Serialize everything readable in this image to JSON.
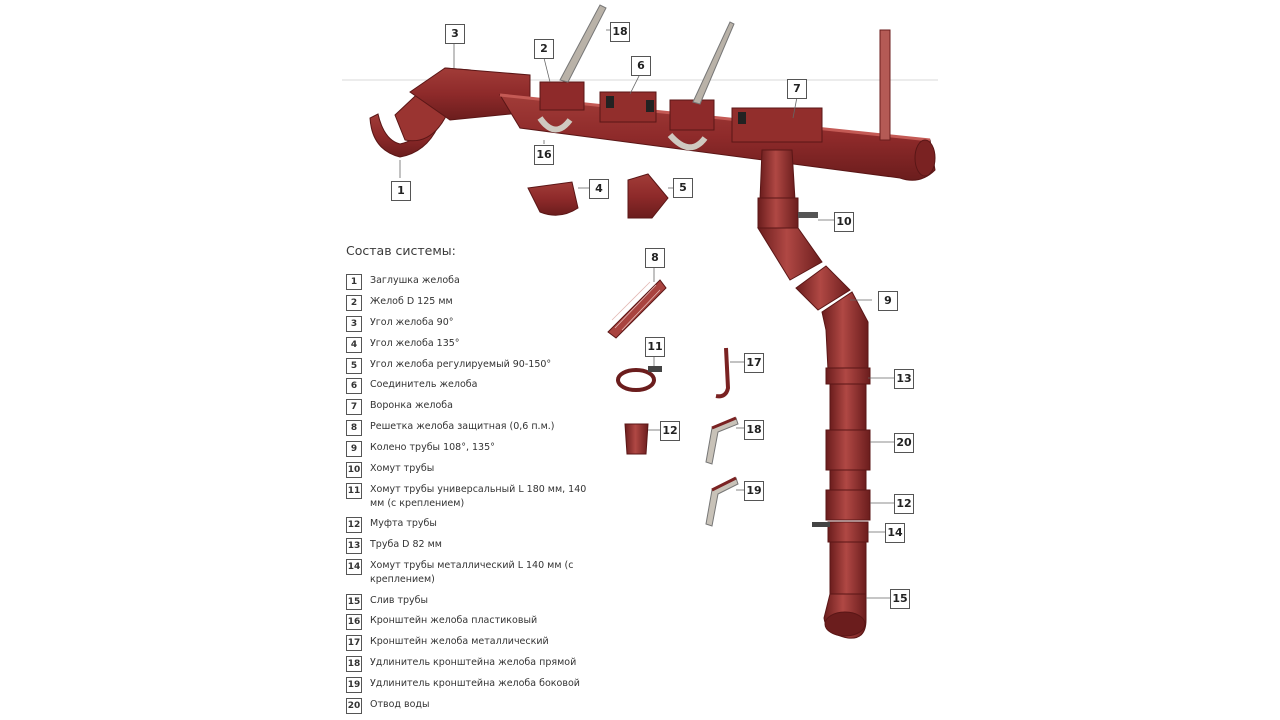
{
  "legend": {
    "title": "Состав системы:",
    "items": [
      {
        "n": "1",
        "label": "Заглушка желоба"
      },
      {
        "n": "2",
        "label": "Желоб D 125 мм"
      },
      {
        "n": "3",
        "label": "Угол желоба 90°"
      },
      {
        "n": "4",
        "label": "Угол желоба 135°"
      },
      {
        "n": "5",
        "label": "Угол желоба регулируемый 90-150°"
      },
      {
        "n": "6",
        "label": "Соединитель желоба"
      },
      {
        "n": "7",
        "label": "Воронка желоба"
      },
      {
        "n": "8",
        "label": "Решетка желоба защитная (0,6 п.м.)"
      },
      {
        "n": "9",
        "label": "Колено трубы 108°, 135°"
      },
      {
        "n": "10",
        "label": "Хомут трубы"
      },
      {
        "n": "11",
        "label": "Хомут трубы универсальный L 180 мм, 140 мм (с креплением)"
      },
      {
        "n": "12",
        "label": "Муфта трубы"
      },
      {
        "n": "13",
        "label": "Труба D 82 мм"
      },
      {
        "n": "14",
        "label": "Хомут трубы металлический L 140 мм (с креплением)"
      },
      {
        "n": "15",
        "label": "Слив трубы"
      },
      {
        "n": "16",
        "label": "Кронштейн желоба пластиковый"
      },
      {
        "n": "17",
        "label": "Кронштейн желоба металлический"
      },
      {
        "n": "18",
        "label": "Удлинитель кронштейна желоба прямой"
      },
      {
        "n": "19",
        "label": "Удлинитель кронштейна желоба боковой"
      },
      {
        "n": "20",
        "label": "Отвод воды"
      }
    ]
  },
  "callouts": [
    "1",
    "2",
    "3",
    "4",
    "5",
    "6",
    "7",
    "8",
    "9",
    "10",
    "11",
    "12",
    "12",
    "13",
    "14",
    "15",
    "16",
    "17",
    "18",
    "19",
    "18",
    "20"
  ],
  "colors": {
    "product": "#8e2a2a",
    "product_dark": "#6b1d1d",
    "product_light": "#b54a46",
    "metal": "#b9b2a8"
  }
}
